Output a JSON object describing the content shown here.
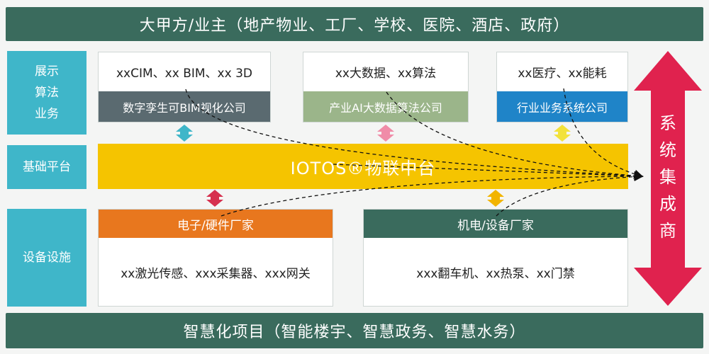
{
  "top_banner": "大甲方/业主（地产物业、工厂、学校、医院、酒店、政府）",
  "bottom_banner": "智慧化项目（智能楼宇、智慧政务、智慧水务）",
  "side_labels": {
    "app": "展示\n算法\n业务",
    "platform": "基础平台",
    "devices": "设备设施"
  },
  "cards": [
    {
      "top": "xxCIM、xx BIM、xx 3D",
      "bar": "数字孪生可BIM视化公司",
      "bar_color": "#5a6a70"
    },
    {
      "top": "xx大数据、xx算法",
      "bar": "产业AI大数据算法公司",
      "bar_color": "#9bb58a"
    },
    {
      "top": "xx医疗、xx能耗",
      "bar": "行业业务系统公司",
      "bar_color": "#1f84c8"
    }
  ],
  "platform_label": "IOTOS®物联中台",
  "devices": [
    {
      "header": "电子/硬件厂家",
      "body": "xx激光传感、xxx采集器、xxx网关",
      "header_color": "#e8771e"
    },
    {
      "header": "机电/设备厂家",
      "body": "xxx翻车机、xx热泵、xx门禁",
      "header_color": "#3a6b5d"
    }
  ],
  "integrator_label": "系统集成商",
  "colors": {
    "banner": "#3a6b5d",
    "side": "#3fb6c9",
    "platform": "#f5c400",
    "integrator_arrow": "#e0224e",
    "arrow_cyan": "#3fb6c9",
    "arrow_pink": "#f08ca8",
    "arrow_yellow": "#f2e23a",
    "arrow_red": "#d6304f",
    "arrow_orange": "#f2b400"
  }
}
